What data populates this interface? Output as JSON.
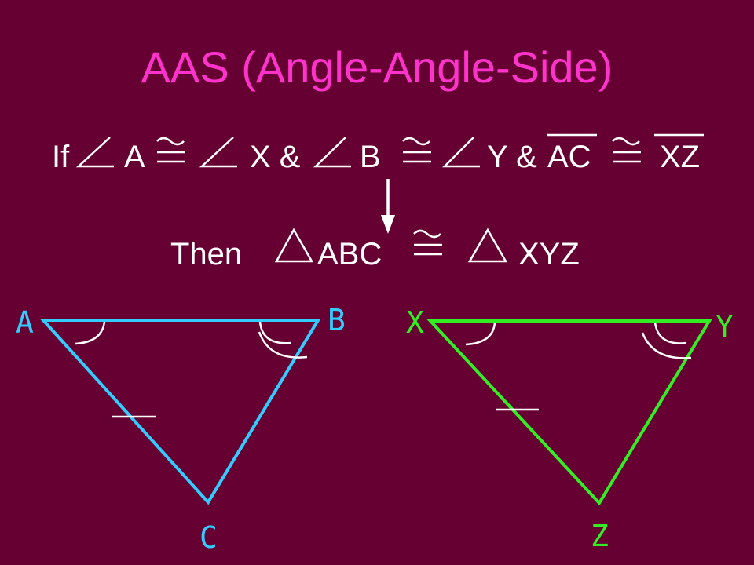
{
  "title": "AAS (Angle-Angle-Side)",
  "statement": {
    "if_word": "If",
    "angle1": "A",
    "angle2": "X &",
    "angle3": "B",
    "angle4": "Y &",
    "seg1": "AC",
    "seg2": "XZ"
  },
  "conclusion": {
    "then_word": "Then",
    "tri1": "ABC",
    "tri2": "XYZ"
  },
  "triangle1": {
    "color": "#33ccff",
    "labels": {
      "a": "A",
      "b": "B",
      "c": "C"
    }
  },
  "triangle2": {
    "color": "#33ee22",
    "labels": {
      "a": "X",
      "b": "Y",
      "c": "Z"
    }
  },
  "icons": [
    "angle-icon",
    "congruent-icon",
    "triangle-icon",
    "down-arrow-icon"
  ]
}
